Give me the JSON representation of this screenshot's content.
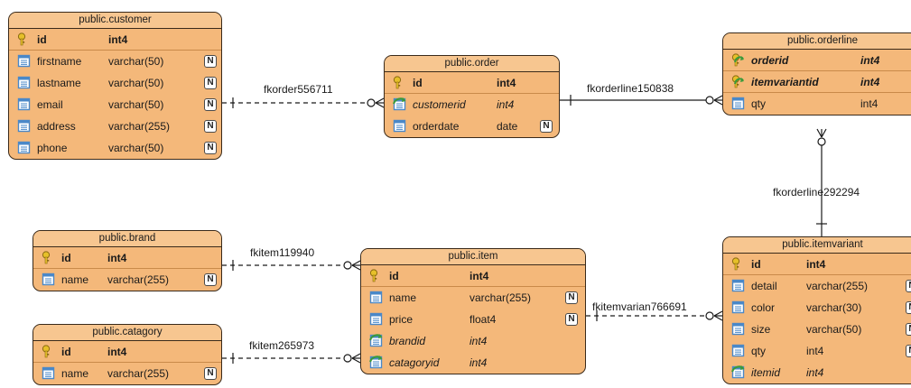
{
  "entities": [
    {
      "key": "customer",
      "title": "public.customer",
      "columns": [
        {
          "name": "id",
          "type": "int4",
          "pk": true,
          "fk": false,
          "nullable": false
        },
        {
          "name": "firstname",
          "type": "varchar(50)",
          "pk": false,
          "fk": false,
          "nullable": true
        },
        {
          "name": "lastname",
          "type": "varchar(50)",
          "pk": false,
          "fk": false,
          "nullable": true
        },
        {
          "name": "email",
          "type": "varchar(50)",
          "pk": false,
          "fk": false,
          "nullable": true
        },
        {
          "name": "address",
          "type": "varchar(255)",
          "pk": false,
          "fk": false,
          "nullable": true
        },
        {
          "name": "phone",
          "type": "varchar(50)",
          "pk": false,
          "fk": false,
          "nullable": true
        }
      ]
    },
    {
      "key": "order",
      "title": "public.order",
      "columns": [
        {
          "name": "id",
          "type": "int4",
          "pk": true,
          "fk": false,
          "nullable": false
        },
        {
          "name": "customerid",
          "type": "int4",
          "pk": false,
          "fk": true,
          "nullable": false
        },
        {
          "name": "orderdate",
          "type": "date",
          "pk": false,
          "fk": false,
          "nullable": true
        }
      ]
    },
    {
      "key": "orderline",
      "title": "public.orderline",
      "columns": [
        {
          "name": "orderid",
          "type": "int4",
          "pk": true,
          "fk": true,
          "nullable": false
        },
        {
          "name": "itemvariantid",
          "type": "int4",
          "pk": true,
          "fk": true,
          "nullable": false
        },
        {
          "name": "qty",
          "type": "int4",
          "pk": false,
          "fk": false,
          "nullable": true
        }
      ]
    },
    {
      "key": "brand",
      "title": "public.brand",
      "columns": [
        {
          "name": "id",
          "type": "int4",
          "pk": true,
          "fk": false,
          "nullable": false
        },
        {
          "name": "name",
          "type": "varchar(255)",
          "pk": false,
          "fk": false,
          "nullable": true
        }
      ]
    },
    {
      "key": "catagory",
      "title": "public.catagory",
      "columns": [
        {
          "name": "id",
          "type": "int4",
          "pk": true,
          "fk": false,
          "nullable": false
        },
        {
          "name": "name",
          "type": "varchar(255)",
          "pk": false,
          "fk": false,
          "nullable": true
        }
      ]
    },
    {
      "key": "item",
      "title": "public.item",
      "columns": [
        {
          "name": "id",
          "type": "int4",
          "pk": true,
          "fk": false,
          "nullable": false
        },
        {
          "name": "name",
          "type": "varchar(255)",
          "pk": false,
          "fk": false,
          "nullable": true
        },
        {
          "name": "price",
          "type": "float4",
          "pk": false,
          "fk": false,
          "nullable": true
        },
        {
          "name": "brandid",
          "type": "int4",
          "pk": false,
          "fk": true,
          "nullable": false
        },
        {
          "name": "catagoryid",
          "type": "int4",
          "pk": false,
          "fk": true,
          "nullable": false
        }
      ]
    },
    {
      "key": "itemvariant",
      "title": "public.itemvariant",
      "columns": [
        {
          "name": "id",
          "type": "int4",
          "pk": true,
          "fk": false,
          "nullable": false
        },
        {
          "name": "detail",
          "type": "varchar(255)",
          "pk": false,
          "fk": false,
          "nullable": true
        },
        {
          "name": "color",
          "type": "varchar(30)",
          "pk": false,
          "fk": false,
          "nullable": true
        },
        {
          "name": "size",
          "type": "varchar(50)",
          "pk": false,
          "fk": false,
          "nullable": true
        },
        {
          "name": "qty",
          "type": "int4",
          "pk": false,
          "fk": false,
          "nullable": true
        },
        {
          "name": "itemid",
          "type": "int4",
          "pk": false,
          "fk": true,
          "nullable": false
        }
      ]
    }
  ],
  "null_badge_text": "N",
  "relationships": [
    {
      "key": "r1",
      "label": "fkorder556711",
      "from": "customer",
      "to": "order",
      "identifying": false
    },
    {
      "key": "r2",
      "label": "fkorderline150838",
      "from": "order",
      "to": "orderline",
      "identifying": true
    },
    {
      "key": "r3",
      "label": "fkorderline292294",
      "from": "itemvariant",
      "to": "orderline",
      "identifying": true
    },
    {
      "key": "r4",
      "label": "fkitem119940",
      "from": "brand",
      "to": "item",
      "identifying": false
    },
    {
      "key": "r5",
      "label": "fkitem265973",
      "from": "catagory",
      "to": "item",
      "identifying": false
    },
    {
      "key": "r6",
      "label": "fkitemvarian766691",
      "from": "item",
      "to": "itemvariant",
      "identifying": false
    }
  ],
  "colors": {
    "entity_fill": "#f4b87a",
    "title_fill": "#f7c690",
    "border": "#3a2a1a",
    "key_icon": "#e6c02a",
    "column_icon": "#4a88c8",
    "fk_arrow": "#3a9a3a"
  }
}
